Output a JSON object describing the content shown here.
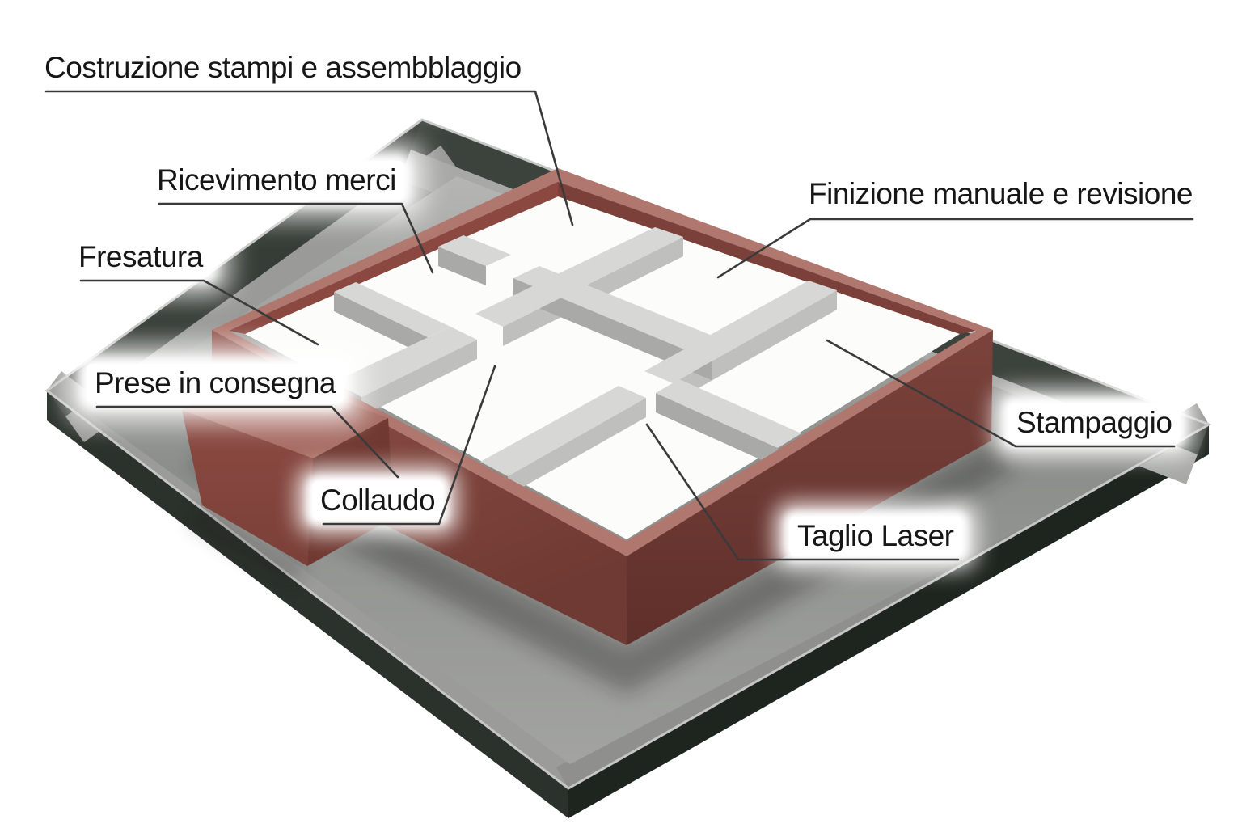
{
  "diagram": {
    "type": "isometric-factory-floor-plan",
    "labels": {
      "costruzione": "Costruzione stampi e assembblaggio",
      "ricevimento": "Ricevimento merci",
      "fresatura": "Fresatura",
      "finizione": "Finizione manuale e revisione",
      "prese": "Prese in consegna",
      "stampaggio": "Stampaggio",
      "collaudo": "Collaudo",
      "taglio": "Taglio Laser"
    },
    "colors": {
      "background": "#ffffff",
      "building_wall_light": "#8d4b43",
      "building_wall_dark": "#6f3933",
      "wall_top_pink": "#b0776e",
      "interior_floor": "#fcfcfb",
      "partition_top": "#d7d7d5",
      "partition_side": "#aeaeac",
      "base_plate_outer": "#242a24",
      "base_plate_floor": "#999a97",
      "leader_line": "#3a3a3a",
      "label_text": "#161616"
    }
  }
}
